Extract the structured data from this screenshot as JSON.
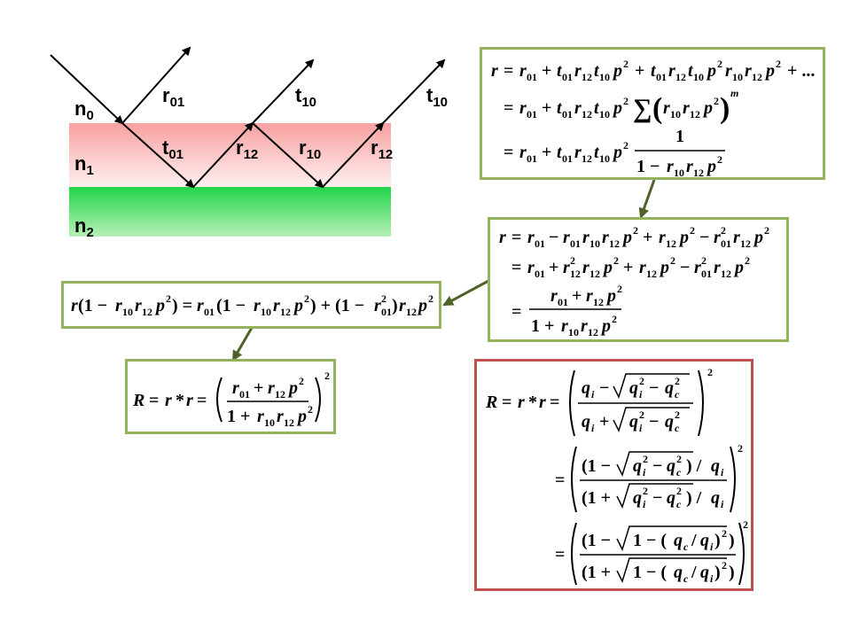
{
  "colors": {
    "box_border": "#93b35a",
    "result_border": "#c0504d",
    "arrow": "#4f6228",
    "layer_n1_top": "#f8a0a0",
    "layer_n1_bottom": "#fff0f0",
    "layer_n2_top": "#22d44a",
    "layer_n2_bottom": "#b6f0b6",
    "ray": "#000000"
  },
  "diagram": {
    "media": [
      "n0",
      "n1",
      "n2"
    ],
    "ray_labels": [
      "r01",
      "t10",
      "t10",
      "t01",
      "r12",
      "r10",
      "r12"
    ]
  },
  "equations": {
    "series": [
      "r = r01 + t01 r12 t10 p^2 + t01 r12 t10 p^2 r10 r12 p^2 + ...",
      "= r01 + t01 r12 t10 p^2 Σ (r10 r12 p^2)^m",
      "= r01 + t01 r12 t10 p^2 · 1 / (1 − r10 r12 p^2)"
    ],
    "expanded": [
      "r = r01 − r01 r10 r12 p^2 + r12 p^2 − r01^2 r12 p^2",
      "= r01 + r12^2 r12 p^2 + r12 p^2 − r01^2 r12 p^2",
      "= (r01 + r12 p^2) / (1 + r10 r12 p^2)"
    ],
    "rearranged": "r(1 − r10 r12 p^2) = r01(1 − r10 r12 p^2) + (1 − r01^2) r12 p^2",
    "reflectance": "R = r * r = ((r01 + r12 p^2) / (1 + r10 r12 p^2))^2",
    "result": [
      "R = r * r = ((q_i − √(q_i^2 − q_c^2)) / (q_i + √(q_i^2 − q_c^2)))^2",
      "= ((1 − √(q_i^2 − q_c^2) / q_i) / (1 + √(q_i^2 − q_c^2) / q_i))^2",
      "= ((1 − √(1 − (q_c / q_i)^2)) / (1 + √(1 − (q_c / q_i)^2)))^2"
    ]
  }
}
